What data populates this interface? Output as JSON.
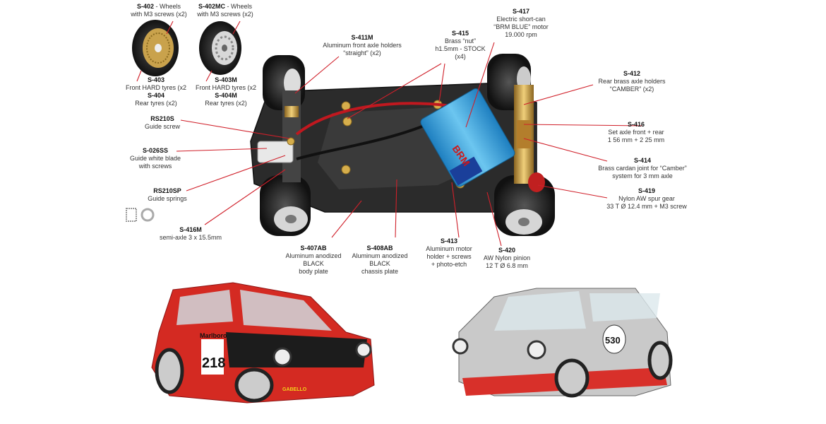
{
  "labels": {
    "s402": {
      "code": "S-402",
      "desc": "- Wheels",
      "line2": "with M3 screws (x2)"
    },
    "s402mc": {
      "code": "S-402MC",
      "desc": "- Wheels",
      "line2": "with M3 screws (x2)"
    },
    "s403": {
      "code": "S-403",
      "line1": "Front HARD tyres (x2",
      "code2": "S-404",
      "line2": "Rear tyres (x2)"
    },
    "s403m": {
      "code": "S-403M",
      "line1": "Front HARD tyres (x2",
      "code2": "S-404M",
      "line2": "Rear tyres (x2)"
    },
    "s411m": {
      "code": "S-411M",
      "line1": "Aluminum front axle holders",
      "line2": "“straight” (x2)"
    },
    "s415": {
      "code": "S-415",
      "line1": "Brass “nut”",
      "line2": "h1.5mm - STOCK",
      "line3": "(x4)"
    },
    "s417": {
      "code": "S-417",
      "line1": "Electric short-can",
      "line2": "“BRM BLUE” motor",
      "line3": "19.000 rpm"
    },
    "s412": {
      "code": "S-412",
      "line1": "Rear brass axle holders",
      "line2": "“CAMBER” (x2)"
    },
    "rs210s": {
      "code": "RS210S",
      "line1": "Guide screw"
    },
    "s416": {
      "code": "S-416",
      "line1": "Set axle front + rear",
      "line2": "1 56 mm + 2 25 mm"
    },
    "s026ss": {
      "code": "S-026SS",
      "line1": "Guide white blade",
      "line2": "with screws"
    },
    "s414": {
      "code": "S-414",
      "line1": "Brass cardan joint for “Camber”",
      "line2": "system for 3 mm axle"
    },
    "rs210sp": {
      "code": "RS210SP",
      "line1": "Guide springs"
    },
    "s419": {
      "code": "S-419",
      "line1": "Nylon AW spur gear",
      "line2": "33 T Ø 12.4 mm + M3 screw"
    },
    "s416m": {
      "code": "S-416M",
      "line1": "semi-axle 3 x 15.5mm"
    },
    "s413": {
      "code": "S-413",
      "line1": "Aluminum motor",
      "line2": "holder + screws",
      "line3": "+ photo-etch"
    },
    "s420": {
      "code": "S-420",
      "line1": "AW Nylon pinion",
      "line2": "12 T Ø 6.8 mm"
    },
    "s407ab": {
      "code": "S-407AB",
      "line1": "Aluminum anodized",
      "line2": "BLACK",
      "line3": "body plate"
    },
    "s408ab": {
      "code": "S-408AB",
      "line1": "Aluminum anodized",
      "line2": "BLACK",
      "line3": "chassis plate"
    }
  },
  "car_red": {
    "number": "218",
    "sponsor": "Marlboro",
    "strip": "GABELLO",
    "color": "#d42a22"
  },
  "car_grey": {
    "number": "530",
    "color": "#c9c9c9",
    "stripe": "#d8302a"
  },
  "motor": {
    "text": "BRM",
    "color": "#2f9fd8"
  },
  "colors": {
    "leader": "#d0202a",
    "chassis": "#2a2a2a",
    "brass": "#c89a3c"
  }
}
